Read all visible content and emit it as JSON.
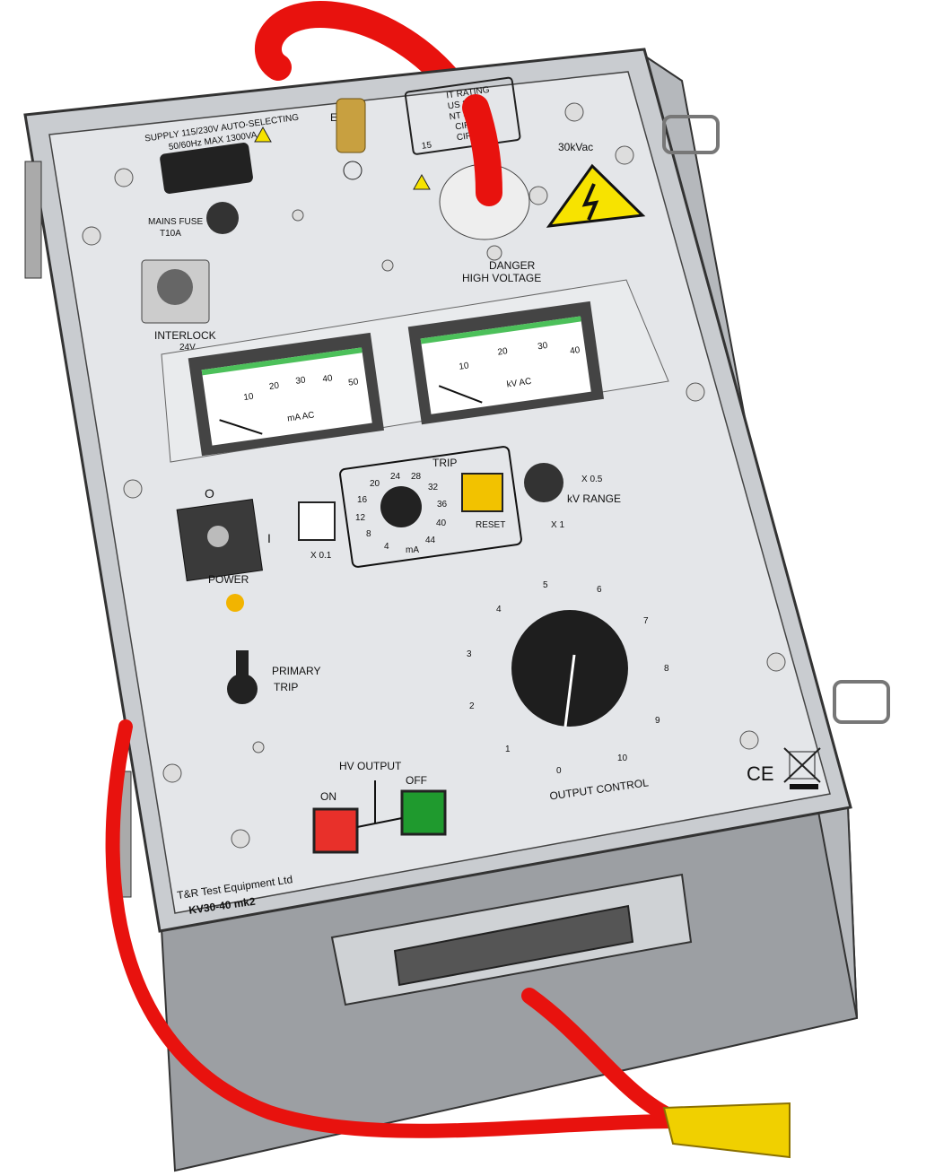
{
  "panel": {
    "supply_line1": "SUPPLY 115/230V AUTO-SELECTING",
    "supply_line2": "50/60Hz  MAX 1300VA",
    "mains_fuse_line1": "MAINS FUSE",
    "mains_fuse_line2": "T10A",
    "earth_label": "E",
    "rating_lines": [
      "IT RATING",
      "US   20mA",
      "NT   40mA",
      "CIRCUIT",
      "CIRCUIT",
      "15"
    ],
    "hv_label": "30kVac",
    "danger_line1": "DANGER",
    "danger_line2": "HIGH VOLTAGE",
    "interlock_line1": "INTERLOCK",
    "interlock_line2": "24V",
    "ma_meter": {
      "unit": "mA AC",
      "ticks": [
        "10",
        "20",
        "30",
        "40",
        "50"
      ]
    },
    "kv_meter": {
      "unit": "kV AC",
      "ticks": [
        "10",
        "20",
        "30",
        "40"
      ]
    },
    "trip": {
      "title": "TRIP",
      "unit": "mA",
      "scale": [
        "4",
        "8",
        "12",
        "16",
        "20",
        "24",
        "28",
        "32",
        "36",
        "40",
        "44"
      ],
      "reset_label": "RESET"
    },
    "x01_label": "X 0.1",
    "kv_range": {
      "label": "kV RANGE",
      "opt_half": "X 0.5",
      "opt_one": "X 1"
    },
    "power": {
      "label": "POWER",
      "off_symbol": "O",
      "on_symbol": "I"
    },
    "primary_trip_line1": "PRIMARY",
    "primary_trip_line2": "TRIP",
    "output_control": {
      "label": "OUTPUT CONTROL",
      "scale": [
        "0",
        "1",
        "2",
        "3",
        "4",
        "5",
        "6",
        "7",
        "8",
        "9",
        "10"
      ]
    },
    "hv_output": {
      "label": "HV OUTPUT",
      "on_label": "ON",
      "off_label": "OFF"
    },
    "brand": "T&R Test Equipment Ltd",
    "model": "KV30-40 mk2",
    "ce_mark": "CE"
  },
  "colors": {
    "cable": "#e8120e",
    "panel": "#dfe2e5",
    "on_button": "#e8302a",
    "off_button": "#1f9a2e",
    "reset_button": "#f2c200",
    "warning": "#f7e300",
    "clip": "#f0d000"
  }
}
